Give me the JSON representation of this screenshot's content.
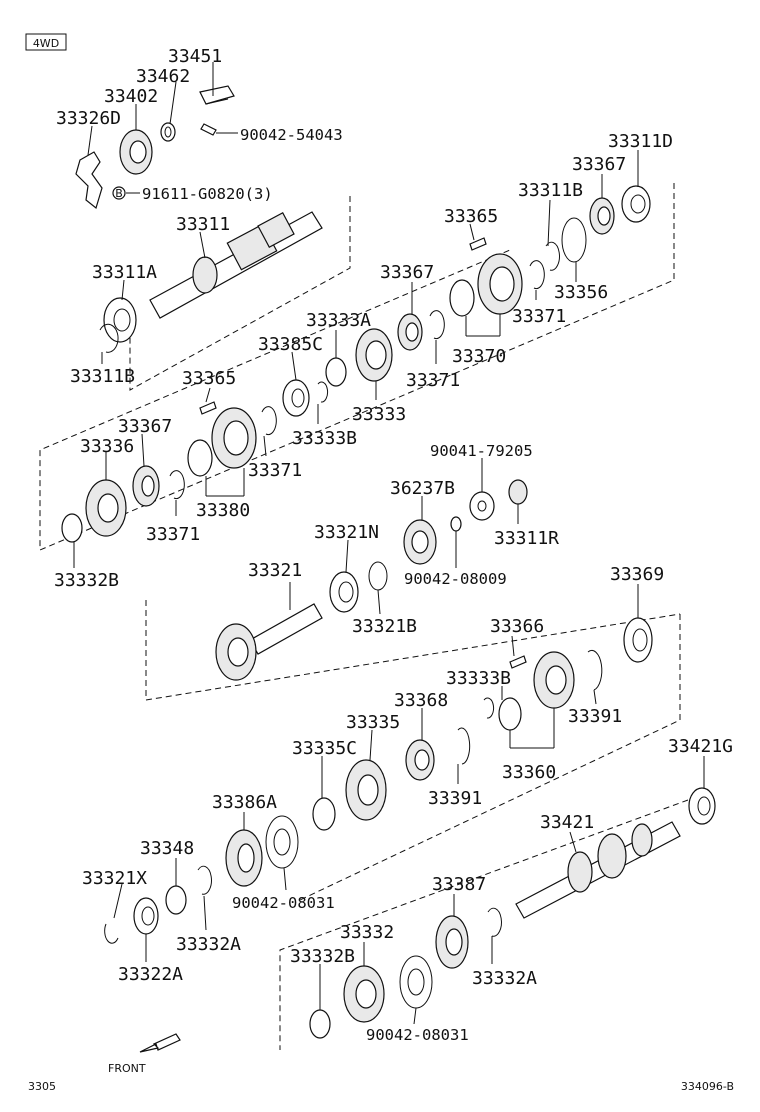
{
  "header": {
    "badge": "4WD"
  },
  "footer": {
    "left_code": "3305",
    "right_code": "334096-B",
    "front_label": "FRONT"
  },
  "parts": {
    "p33451": "33451",
    "p33462": "33462",
    "p33402": "33402",
    "p33326D": "33326D",
    "p90042_54043": "90042-54043",
    "p91611": "91611-G0820(3)",
    "b_marker": "B",
    "p33311": "33311",
    "p33311A": "33311A",
    "p33311B_a": "33311B",
    "p33311D": "33311D",
    "p33367_a": "33367",
    "p33311B_b": "33311B",
    "p33365_a": "33365",
    "p33356": "33356",
    "p33367_b": "33367",
    "p33371_a": "33371",
    "p33333A": "33333A",
    "p33385C": "33385C",
    "p33370": "33370",
    "p33371_b": "33371",
    "p33365_b": "33365",
    "p33333": "33333",
    "p33333B": "33333B",
    "p33367_c": "33367",
    "p33336": "33336",
    "p33371_c": "33371",
    "p33380": "33380",
    "p33371_d": "33371",
    "p33332B_a": "33332B",
    "p90041_79205": "90041-79205",
    "p36237B": "36237B",
    "p33311R": "33311R",
    "p33321N": "33321N",
    "p90042_08009": "90042-08009",
    "p33321": "33321",
    "p33321B": "33321B",
    "p33369": "33369",
    "p33366": "33366",
    "p33333B_b": "33333B",
    "p33391_a": "33391",
    "p33368": "33368",
    "p33335": "33335",
    "p33335C": "33335C",
    "p33360": "33360",
    "p33391_b": "33391",
    "p33421G": "33421G",
    "p33386A": "33386A",
    "p33421": "33421",
    "p33348": "33348",
    "p33321X": "33321X",
    "p90042_08031_a": "90042-08031",
    "p33332A_a": "33332A",
    "p33322A": "33322A",
    "p33387": "33387",
    "p33332": "33332",
    "p33332B_b": "33332B",
    "p33332A_b": "33332A",
    "p90042_08031_b": "90042-08031"
  }
}
